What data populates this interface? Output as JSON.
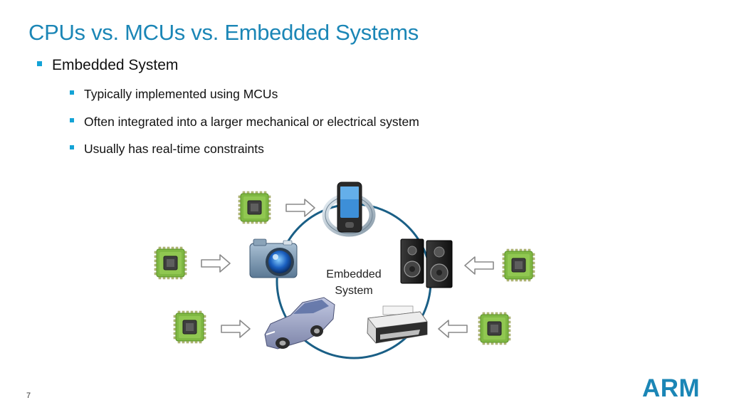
{
  "slide": {
    "title": "CPUs vs. MCUs vs. Embedded Systems",
    "bullet": "Embedded System",
    "sub_bullets": [
      "Typically implemented using MCUs",
      "Often integrated into a larger mechanical or electrical system",
      "Usually has real-time constraints"
    ],
    "page_number": "7"
  },
  "diagram": {
    "center_label_line1": "Embedded",
    "center_label_line2": "System",
    "devices": [
      "mobile-phone-icon",
      "camera-icon",
      "car-icon",
      "printer-icon",
      "speakers-icon"
    ],
    "chip_icon": "microcontroller-chip-icon",
    "arrow_icon": "hollow-arrow-icon"
  },
  "logo": {
    "text": "ARM"
  },
  "colors": {
    "accent": "#1b86b6",
    "bullet": "#14a3d6",
    "circle": "#1a5f86",
    "chip_green": "#7fb843"
  }
}
